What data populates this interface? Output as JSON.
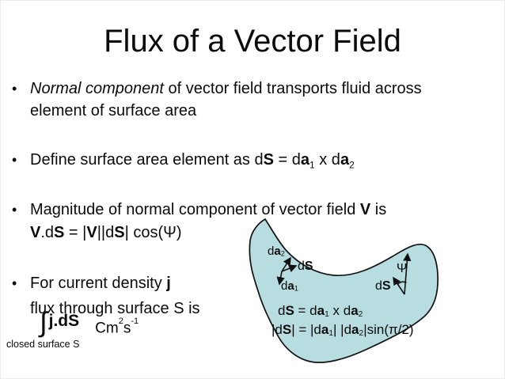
{
  "slide": {
    "title": "Flux of a Vector Field",
    "bullet_char": "•",
    "bullets": [
      {
        "lines": [
          "_Normal component_ of vector field transports fluid across",
          "element of surface area"
        ]
      },
      {
        "lines": [
          "Define surface area element as d*S* = d*a*~1~ x d*a*~2~"
        ]
      },
      {
        "lines": [
          "Magnitude of normal component of vector field *V* is",
          "*V*.d*S* = |*V*||d*S*| cos(Ψ)"
        ]
      },
      {
        "lines": [
          "For current density *j*",
          "flux through surface S is"
        ]
      }
    ],
    "integral": {
      "symbol": "∫",
      "expression": "*j*.d*S*",
      "units": "Cm^2^s^-1^",
      "caption": "closed surface S"
    },
    "diagram": {
      "fill_color": "#b8dde0",
      "outline_color": "#111111",
      "labels": {
        "da2": "d*a*~2~",
        "ds_small": "d*S*",
        "da1": "d*a*~1~",
        "psi": "Ψ",
        "ds_right": "d*S*",
        "formula1": "d*S* = d*a*~1~ x d*a*~2~",
        "formula2": "|d*S*| = |d*a*~1~| |d*a*~2~|sin(π/2)"
      }
    }
  }
}
